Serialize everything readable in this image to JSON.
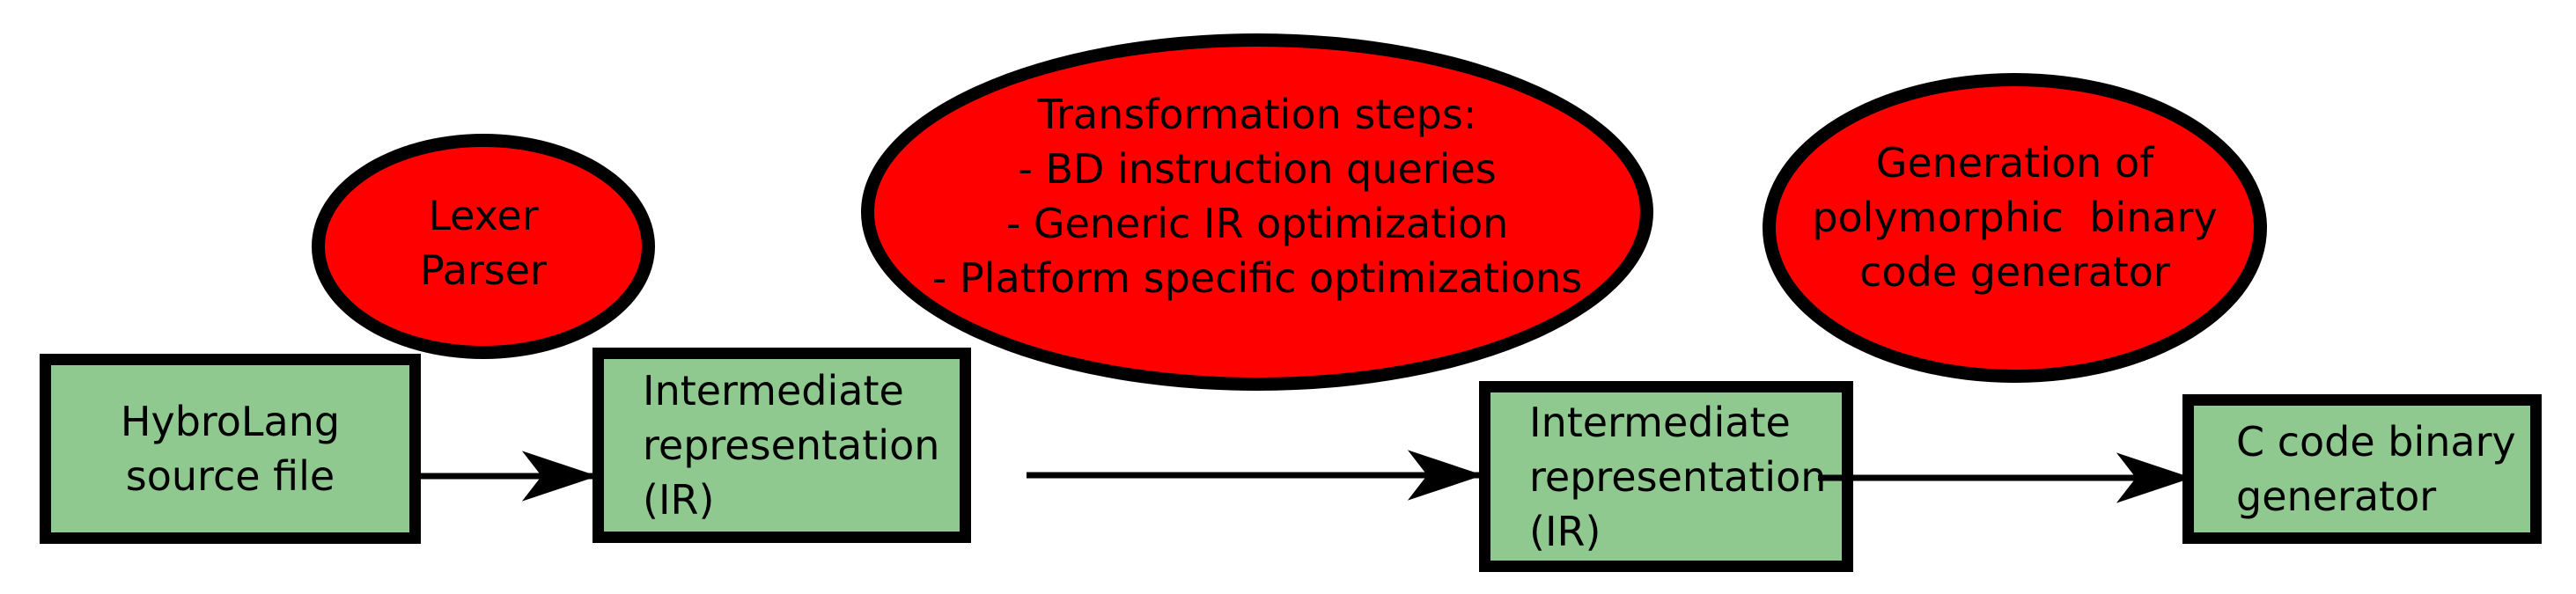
{
  "diagram": {
    "background_color": "#ffffff",
    "node_fill_color": "#8fc98f",
    "stage_fill_color": "#ff0000",
    "stroke_color": "#000000",
    "nodes": [
      {
        "id": "hybrolang-source-file",
        "label": "HybroLang\nsource file"
      },
      {
        "id": "intermediate-representation-1",
        "label": "Intermediate\nrepresentation\n(IR)"
      },
      {
        "id": "intermediate-representation-2",
        "label": "Intermediate\nrepresentation\n(IR)"
      },
      {
        "id": "c-code-binary-generator",
        "label": "C code binary\ngenerator"
      }
    ],
    "stages": [
      {
        "id": "lexer-parser",
        "label": "Lexer\nParser"
      },
      {
        "id": "transformation-steps",
        "label": "Transformation steps:\n- BD instruction queries\n- Generic IR optimization\n- Platform specific optimizations"
      },
      {
        "id": "generation-polymorphic-binary",
        "label": "Generation of\npolymorphic  binary\ncode generator"
      }
    ]
  }
}
